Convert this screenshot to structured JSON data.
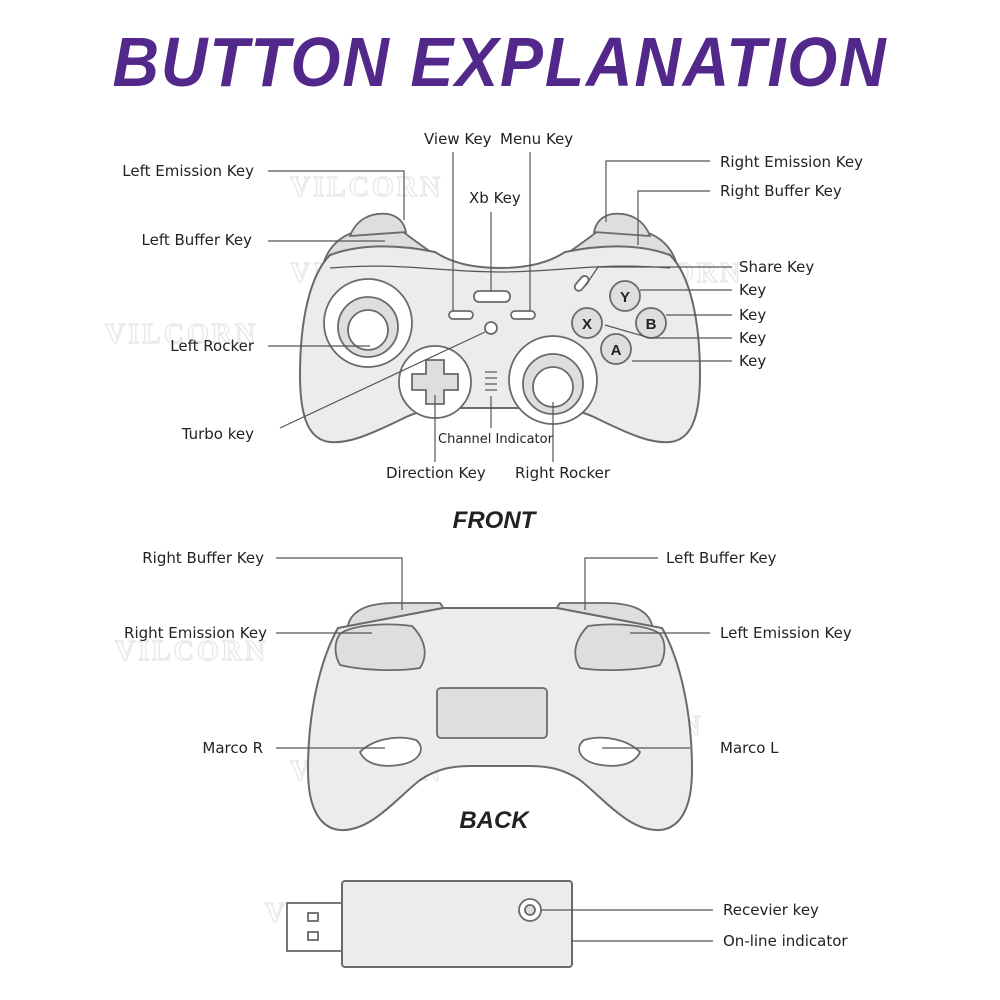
{
  "title": "BUTTON EXPLANATION",
  "watermark": "VILCORN",
  "front": {
    "section_label": "FRONT",
    "labels": {
      "view_key": "View Key",
      "menu_key": "Menu Key",
      "left_emission_key": "Left Emission Key",
      "right_emission_key": "Right Emission Key",
      "xb_key": "Xb Key",
      "right_buffer_key": "Right Buffer Key",
      "left_buffer_key": "Left Buffer Key",
      "share_key": "Share Key",
      "y_key": "Key",
      "b_key": "Key",
      "x_key": "Key",
      "a_key": "Key",
      "left_rocker": "Left Rocker",
      "turbo_key": "Turbo key",
      "channel_indicator": "Channel Indicator",
      "direction_key": "Direction Key",
      "right_rocker": "Right Rocker"
    },
    "face_buttons": {
      "y": "Y",
      "x": "X",
      "b": "B",
      "a": "A"
    }
  },
  "back": {
    "section_label": "BACK",
    "labels": {
      "right_buffer_key": "Right Buffer Key",
      "left_buffer_key": "Left Buffer Key",
      "right_emission_key": "Right Emission Key",
      "left_emission_key": "Left Emission Key",
      "marco_r": "Marco R",
      "marco_l": "Marco L"
    }
  },
  "receiver": {
    "labels": {
      "receiver_key": "Recevier key",
      "online_indicator": "On-line indicator"
    }
  },
  "colors": {
    "title": "#52288a",
    "controller_fill": "#ececec",
    "outline": "#6a6a6a",
    "text": "#222222"
  }
}
